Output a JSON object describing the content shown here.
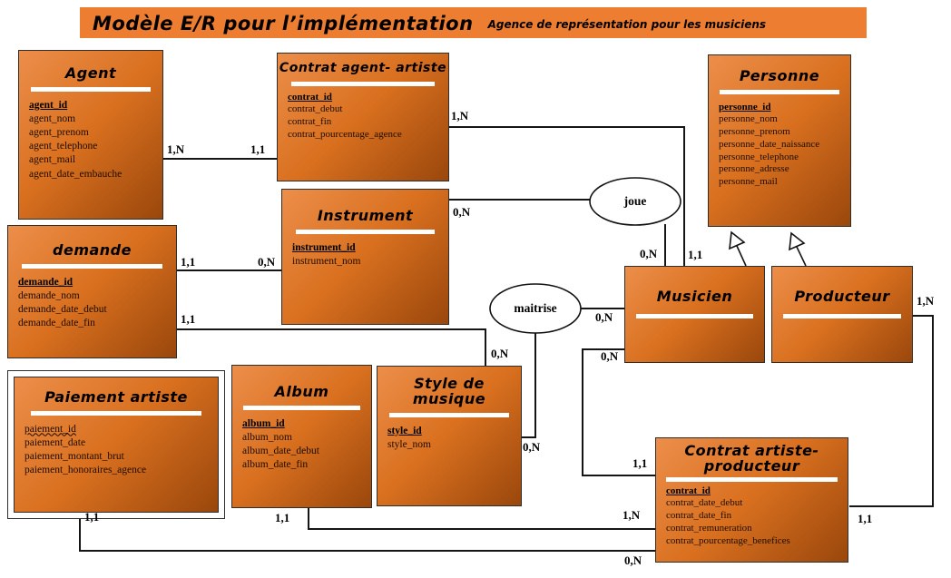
{
  "banner": {
    "main": "Modèle E/R pour l’implémentation",
    "subtitle": "Agence de représentation pour les musiciens"
  },
  "entities": [
    {
      "name": "Agent",
      "fields": [
        "agent_id",
        "agent_nom",
        "agent_prenom",
        "agent_telephone",
        "agent_mail",
        "agent_date_embauche"
      ]
    },
    {
      "name": "Contrat agent- artiste",
      "fields": [
        "contrat_id",
        "contrat_debut",
        "contrat_fin",
        "contrat_pourcentage_agence"
      ]
    },
    {
      "name": "Personne",
      "fields": [
        "personne_id",
        "personne_nom",
        "personne_prenom",
        "personne_date_naissance",
        "personne_telephone",
        "personne_adresse",
        "personne_mail"
      ]
    },
    {
      "name": "demande",
      "fields": [
        "demande_id",
        "demande_nom",
        "demande_date_debut",
        "demande_date_fin"
      ]
    },
    {
      "name": "Instrument",
      "fields": [
        "instrument_id",
        "instrument_nom"
      ]
    },
    {
      "name": "Musicien",
      "fields": []
    },
    {
      "name": "Producteur",
      "fields": []
    },
    {
      "name": "Album",
      "fields": [
        "album_id",
        "album_nom",
        "album_date_debut",
        "album_date_fin"
      ]
    },
    {
      "name": "Style de musique",
      "fields": [
        "style_id",
        "style_nom"
      ]
    },
    {
      "name": "Paiement artiste",
      "fields": [
        "paiement_id",
        "paiement_date",
        "paiement_montant_brut",
        "paiement_honoraires_agence"
      ]
    },
    {
      "name": "Contrat artiste-producteur",
      "fields": [
        "contrat_id",
        "contrat_date_debut",
        "contrat_date_fin",
        "contrat_remuneration",
        "contrat_pourcentage_benefices"
      ]
    }
  ],
  "relations": {
    "joue": "joue",
    "maitrise": "maitrise"
  },
  "cards": {
    "agent_side": "1,N",
    "caa_side": "1,1",
    "caa_right": "1,N",
    "caa_musicien": "1,1",
    "instr_joue": "0,N",
    "joue_musicien": "0,N",
    "dem_instr_l": "1,1",
    "dem_instr_r": "0,N",
    "dem_style_l": "1,1",
    "dem_style_end": "0,N",
    "mait_musicien": "0,N",
    "mait_style": "0,N",
    "musicien_cap": "0,N",
    "cap_musicien": "1,1",
    "album_side": "1,1",
    "album_cap": "1,N",
    "paiement_side": "1,1",
    "paiement_cap": "0,N",
    "producteur_side": "1,N",
    "cap_producteur": "1,1"
  },
  "colors": {
    "titlebar": "#ED7D31",
    "box_light": "#EC8E4A",
    "box_mid": "#D9701F",
    "box_dark": "#9A470C",
    "line": "#151515"
  }
}
